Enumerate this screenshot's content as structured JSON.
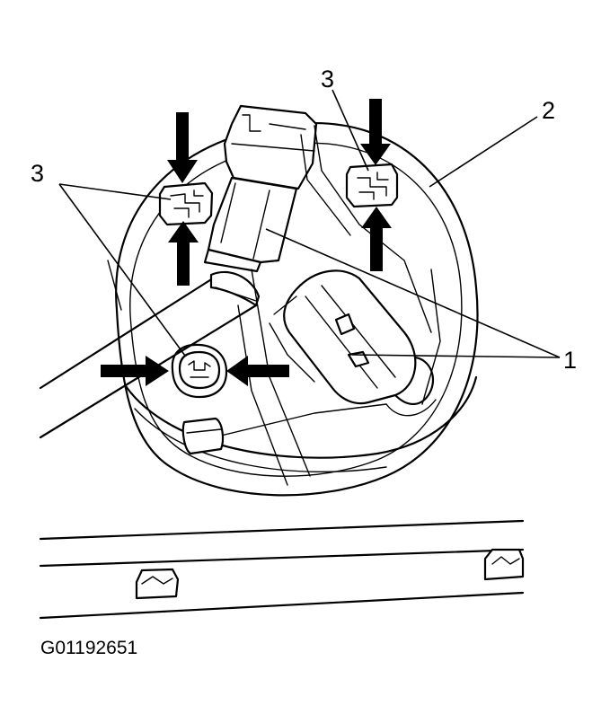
{
  "figure": {
    "id_label": "G01192651",
    "callouts": [
      {
        "id": "1",
        "text": "1"
      },
      {
        "id": "2",
        "text": "2"
      },
      {
        "id": "3a",
        "text": "3"
      },
      {
        "id": "3b",
        "text": "3"
      }
    ]
  },
  "colors": {
    "ink": "#000000",
    "paper": "#ffffff"
  }
}
